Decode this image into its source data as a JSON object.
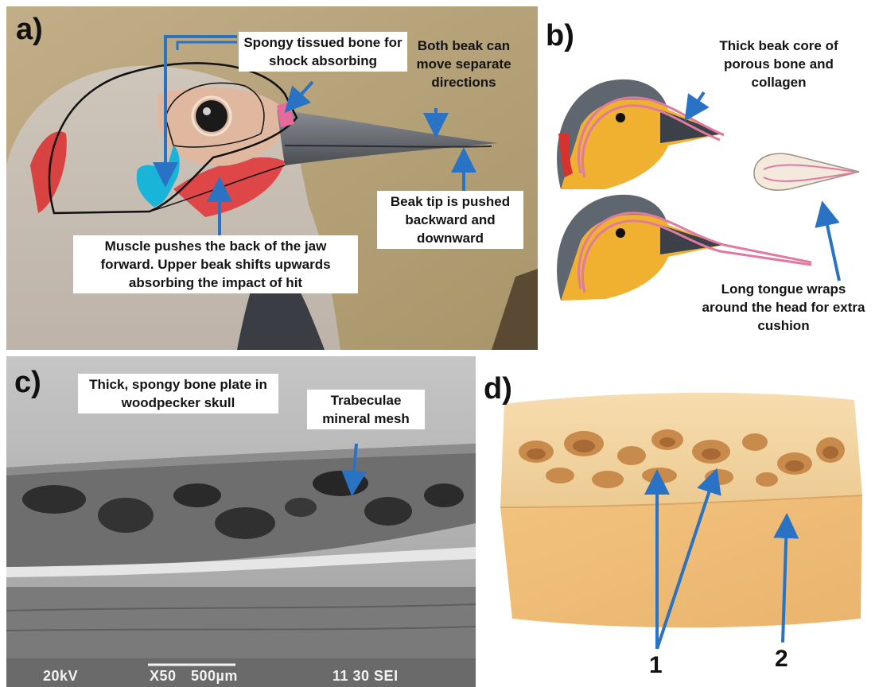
{
  "panels": {
    "a": {
      "letter": "a)",
      "labels": {
        "spongy_bone": "Spongy tissued bone for shock absorbing",
        "beak_directions": "Both beak can move separate directions",
        "beak_tip": "Beak tip is pushed backward and downward",
        "muscle": "Muscle pushes the back of the jaw forward. Upper beak shifts upwards absorbing the impact of hit"
      }
    },
    "b": {
      "letter": "b)",
      "labels": {
        "beak_core": "Thick beak core of porous bone and collagen",
        "tongue": "Long tongue wraps around the head for extra cushion"
      }
    },
    "c": {
      "letter": "c)",
      "labels": {
        "bone_plate": "Thick, spongy bone plate in woodpecker skull",
        "trabeculae": "Trabeculae mineral mesh"
      },
      "scale_bar": {
        "voltage": "20kV",
        "magnification": "X50",
        "scale": "500µm",
        "info": "11 30 SEI"
      }
    },
    "d": {
      "letter": "d)",
      "numbers": {
        "one": "1",
        "two": "2"
      }
    }
  },
  "colors": {
    "arrow": "#2a73c4",
    "photo_background": "#b8a57e",
    "cranial_muscle_red": "#e2383a",
    "spongy_bone_cyan": "#1ab3d6",
    "bone_tan": "#e8c38f"
  }
}
